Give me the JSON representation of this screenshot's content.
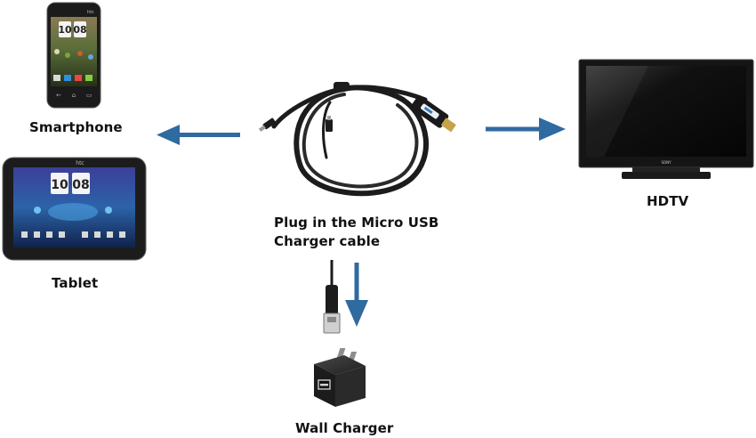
{
  "labels": {
    "smartphone": "Smartphone",
    "tablet": "Tablet",
    "hdtv": "HDTV",
    "instruction_line1": "Plug in the Micro USB",
    "instruction_line2": "Charger cable",
    "wall_charger": "Wall Charger"
  },
  "device_text": {
    "phone_brand": "htc",
    "phone_time": "10:08",
    "tablet_brand": "htc",
    "tablet_time": "10:08",
    "tv_brand": "SONY"
  },
  "colors": {
    "arrow": "#2f6aa0",
    "cable": "#1c1c1c",
    "device_body": "#1a1a1a"
  },
  "icons": [
    "smartphone-icon",
    "tablet-icon",
    "tv-icon",
    "cable-icon",
    "usb-plug-icon",
    "wall-charger-icon",
    "arrow-icon"
  ]
}
